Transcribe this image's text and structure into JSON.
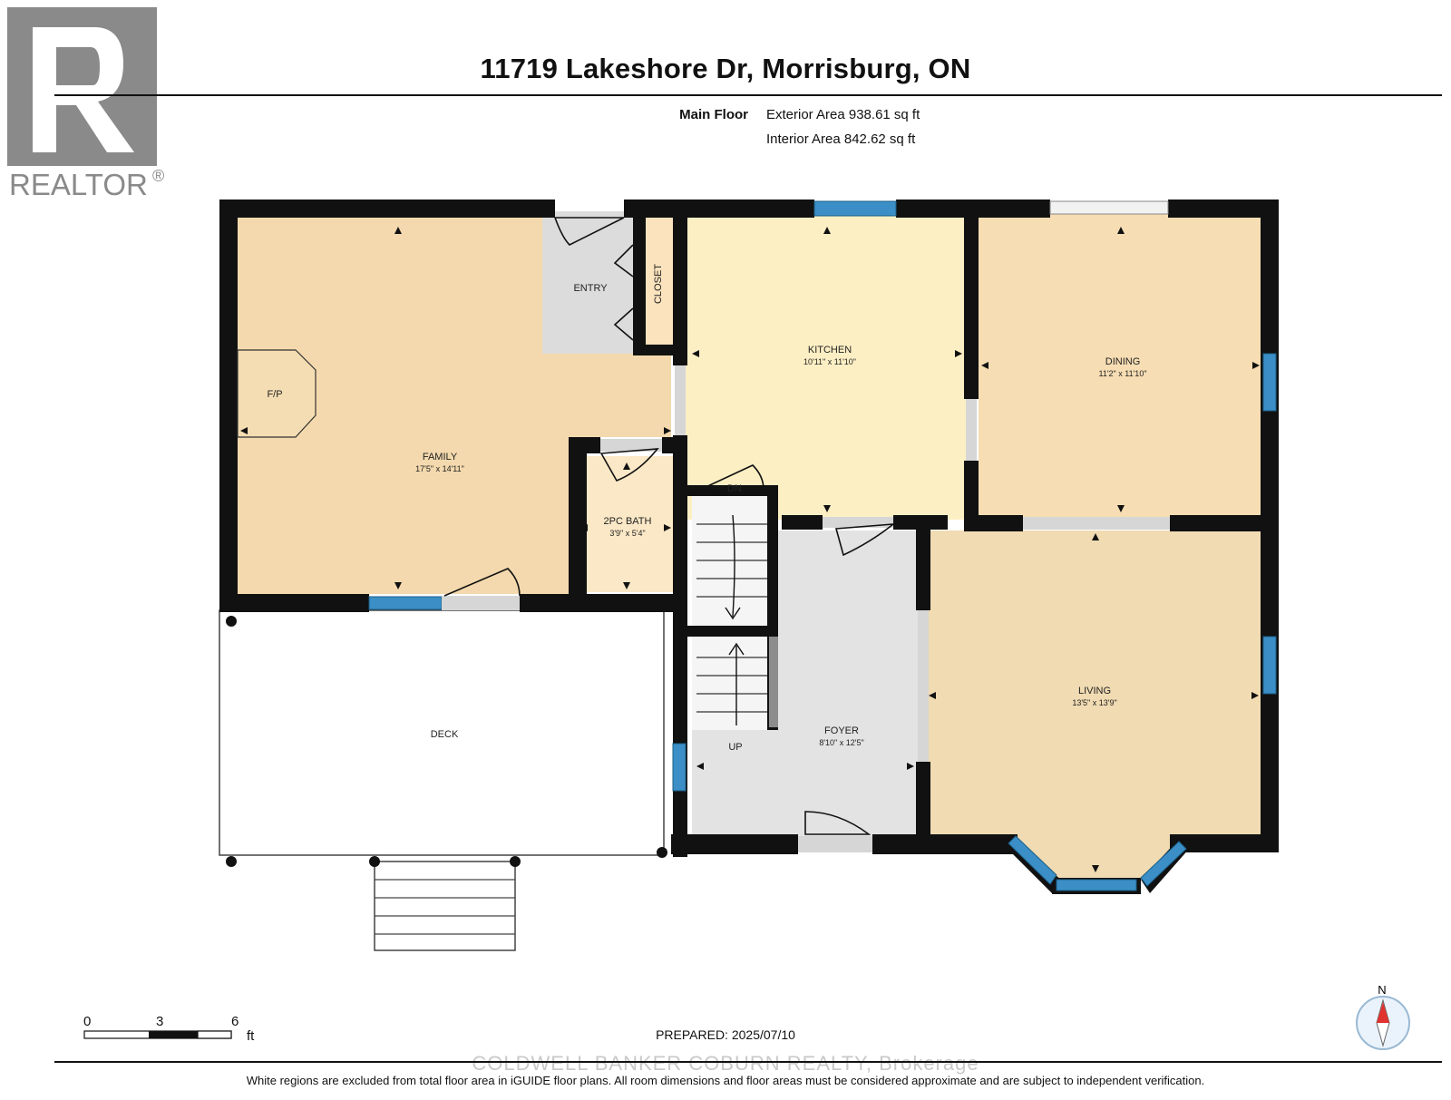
{
  "header": {
    "title": "11719 Lakeshore Dr, Morrisburg, ON",
    "floor_name": "Main Floor",
    "exterior_area": "Exterior Area 938.61 sq ft",
    "interior_area": "Interior Area 842.62 sq ft"
  },
  "logo": {
    "text": "REALTOR",
    "mark": "®",
    "color": "#8a8a8a"
  },
  "rooms": {
    "family": {
      "name": "FAMILY",
      "dims": "17'5\" x 14'11\""
    },
    "fireplace": {
      "name": "F/P"
    },
    "entry": {
      "name": "ENTRY"
    },
    "closet": {
      "name": "CLOSET"
    },
    "kitchen": {
      "name": "KITCHEN",
      "dims": "10'11\" x 11'10\""
    },
    "dining": {
      "name": "DINING",
      "dims": "11'2\" x 11'10\""
    },
    "bath": {
      "name": "2PC BATH",
      "dims": "3'9\" x 5'4\""
    },
    "living": {
      "name": "LIVING",
      "dims": "13'5\" x 13'9\""
    },
    "foyer": {
      "name": "FOYER",
      "dims": "8'10\" x 12'5\""
    },
    "deck": {
      "name": "DECK"
    },
    "stairs_down": {
      "name": "DN"
    },
    "stairs_up": {
      "name": "UP"
    }
  },
  "scale": {
    "ticks": [
      "0",
      "3",
      "6"
    ],
    "unit": "ft"
  },
  "compass": {
    "label": "N",
    "icon": "compass-north-icon"
  },
  "footer": {
    "prepared": "PREPARED: 2025/07/10",
    "watermark": "COLDWELL BANKER COBURN REALTY, Brokerage",
    "disclaimer": "White regions are excluded from total floor area in iGUIDE floor plans. All room dimensions and floor areas must be considered approximate and are subject to independent verification."
  },
  "colors": {
    "wall": "#111111",
    "window": "#3b8fc6",
    "family": "#f3d9ad",
    "kitchen": "#fdefc4",
    "dining": "#f7ddb3",
    "living": "#f1dbb2",
    "bath": "#fbe8c6",
    "closet": "#fbe3bd",
    "entry": "#dcdcdc",
    "foyer": "#e3e3e3",
    "opening": "#d6d6d6"
  }
}
